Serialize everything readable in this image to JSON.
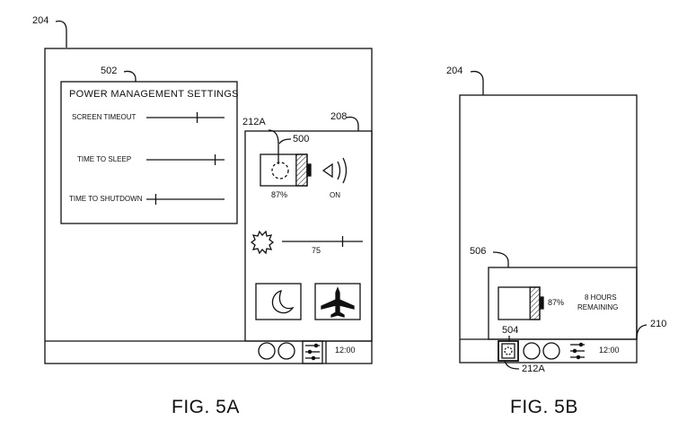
{
  "fig5a": {
    "caption": "FIG. 5A",
    "ref_device": "204",
    "ref_settings": "502",
    "ref_panel": "208",
    "ref_indicator": "212A",
    "ref_battery": "500",
    "settings": {
      "title": "POWER MANAGEMENT SETTINGS",
      "rows": [
        {
          "label": "SCREEN TIMEOUT",
          "level": 0.65
        },
        {
          "label": "TIME TO SLEEP",
          "level": 0.88
        },
        {
          "label": "TIME TO SHUTDOWN",
          "level": 0.12
        }
      ]
    },
    "panel": {
      "battery_percent": "87%",
      "battery_level": 0.87,
      "wireless_state": "ON",
      "brightness_value": "75",
      "brightness_level": 0.75
    },
    "taskbar": {
      "time": "12:00"
    }
  },
  "fig5b": {
    "caption": "FIG. 5B",
    "ref_device": "204",
    "ref_popup": "506",
    "ref_indicator_num": "504",
    "ref_indicator": "212A",
    "ref_taskbar": "210",
    "popup": {
      "battery_percent": "87%",
      "battery_level": 0.87,
      "remaining_line1": "8 HOURS",
      "remaining_line2": "REMAINING"
    },
    "taskbar": {
      "time": "12:00"
    }
  },
  "icons": [
    "battery-icon",
    "wireless-icon",
    "brightness-icon",
    "moon-icon",
    "airplane-icon",
    "settings-sliders-icon"
  ],
  "colors": {
    "line": "#111111",
    "background": "#ffffff"
  }
}
